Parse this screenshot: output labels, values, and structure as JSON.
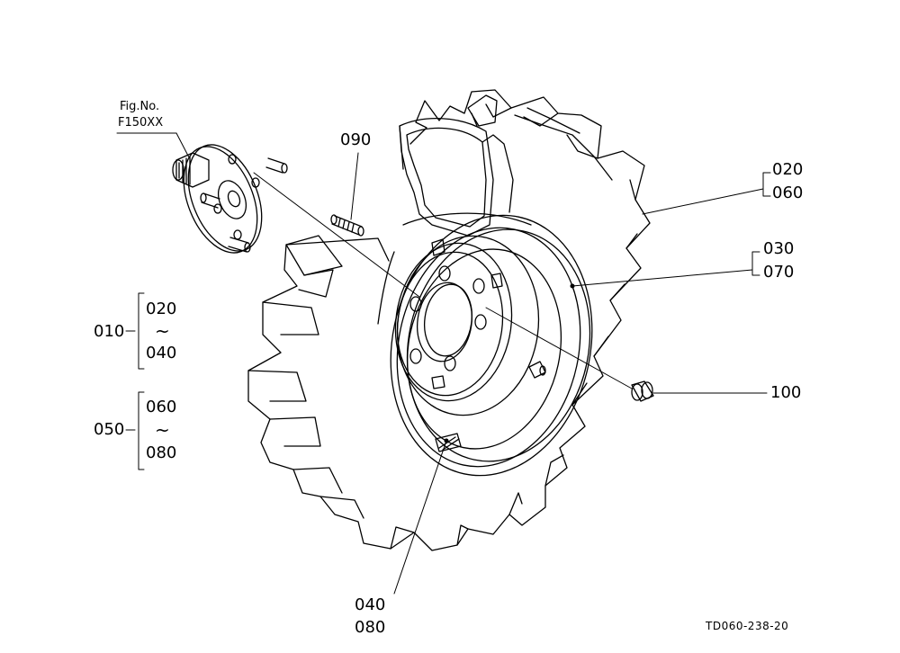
{
  "fig_ref": {
    "line1": "Fig.No.",
    "line2": "F150XX"
  },
  "callouts": {
    "c090": "090",
    "c020": "020",
    "c060": "060",
    "c030": "030",
    "c070": "070",
    "c100": "100",
    "c040_bottom": "040",
    "c080_bottom": "080"
  },
  "groups": {
    "g010": {
      "code": "010",
      "from": "020",
      "tilde": "~",
      "to": "040"
    },
    "g050": {
      "code": "050",
      "from": "060",
      "tilde": "~",
      "to": "080"
    }
  },
  "drawing_id": "TD060-238-20",
  "colors": {
    "line": "#000000",
    "background": "#ffffff"
  }
}
